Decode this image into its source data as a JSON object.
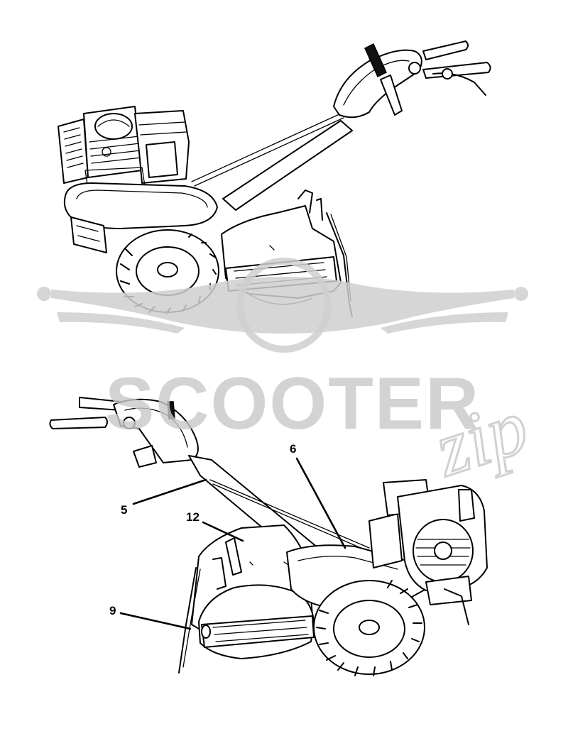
{
  "watermark": {
    "brand": "SCOOTER",
    "script": "zip"
  },
  "callouts": [
    {
      "id": "5",
      "label": "5"
    },
    {
      "id": "6",
      "label": "6"
    },
    {
      "id": "12",
      "label": "12"
    },
    {
      "id": "9",
      "label": "9"
    }
  ]
}
